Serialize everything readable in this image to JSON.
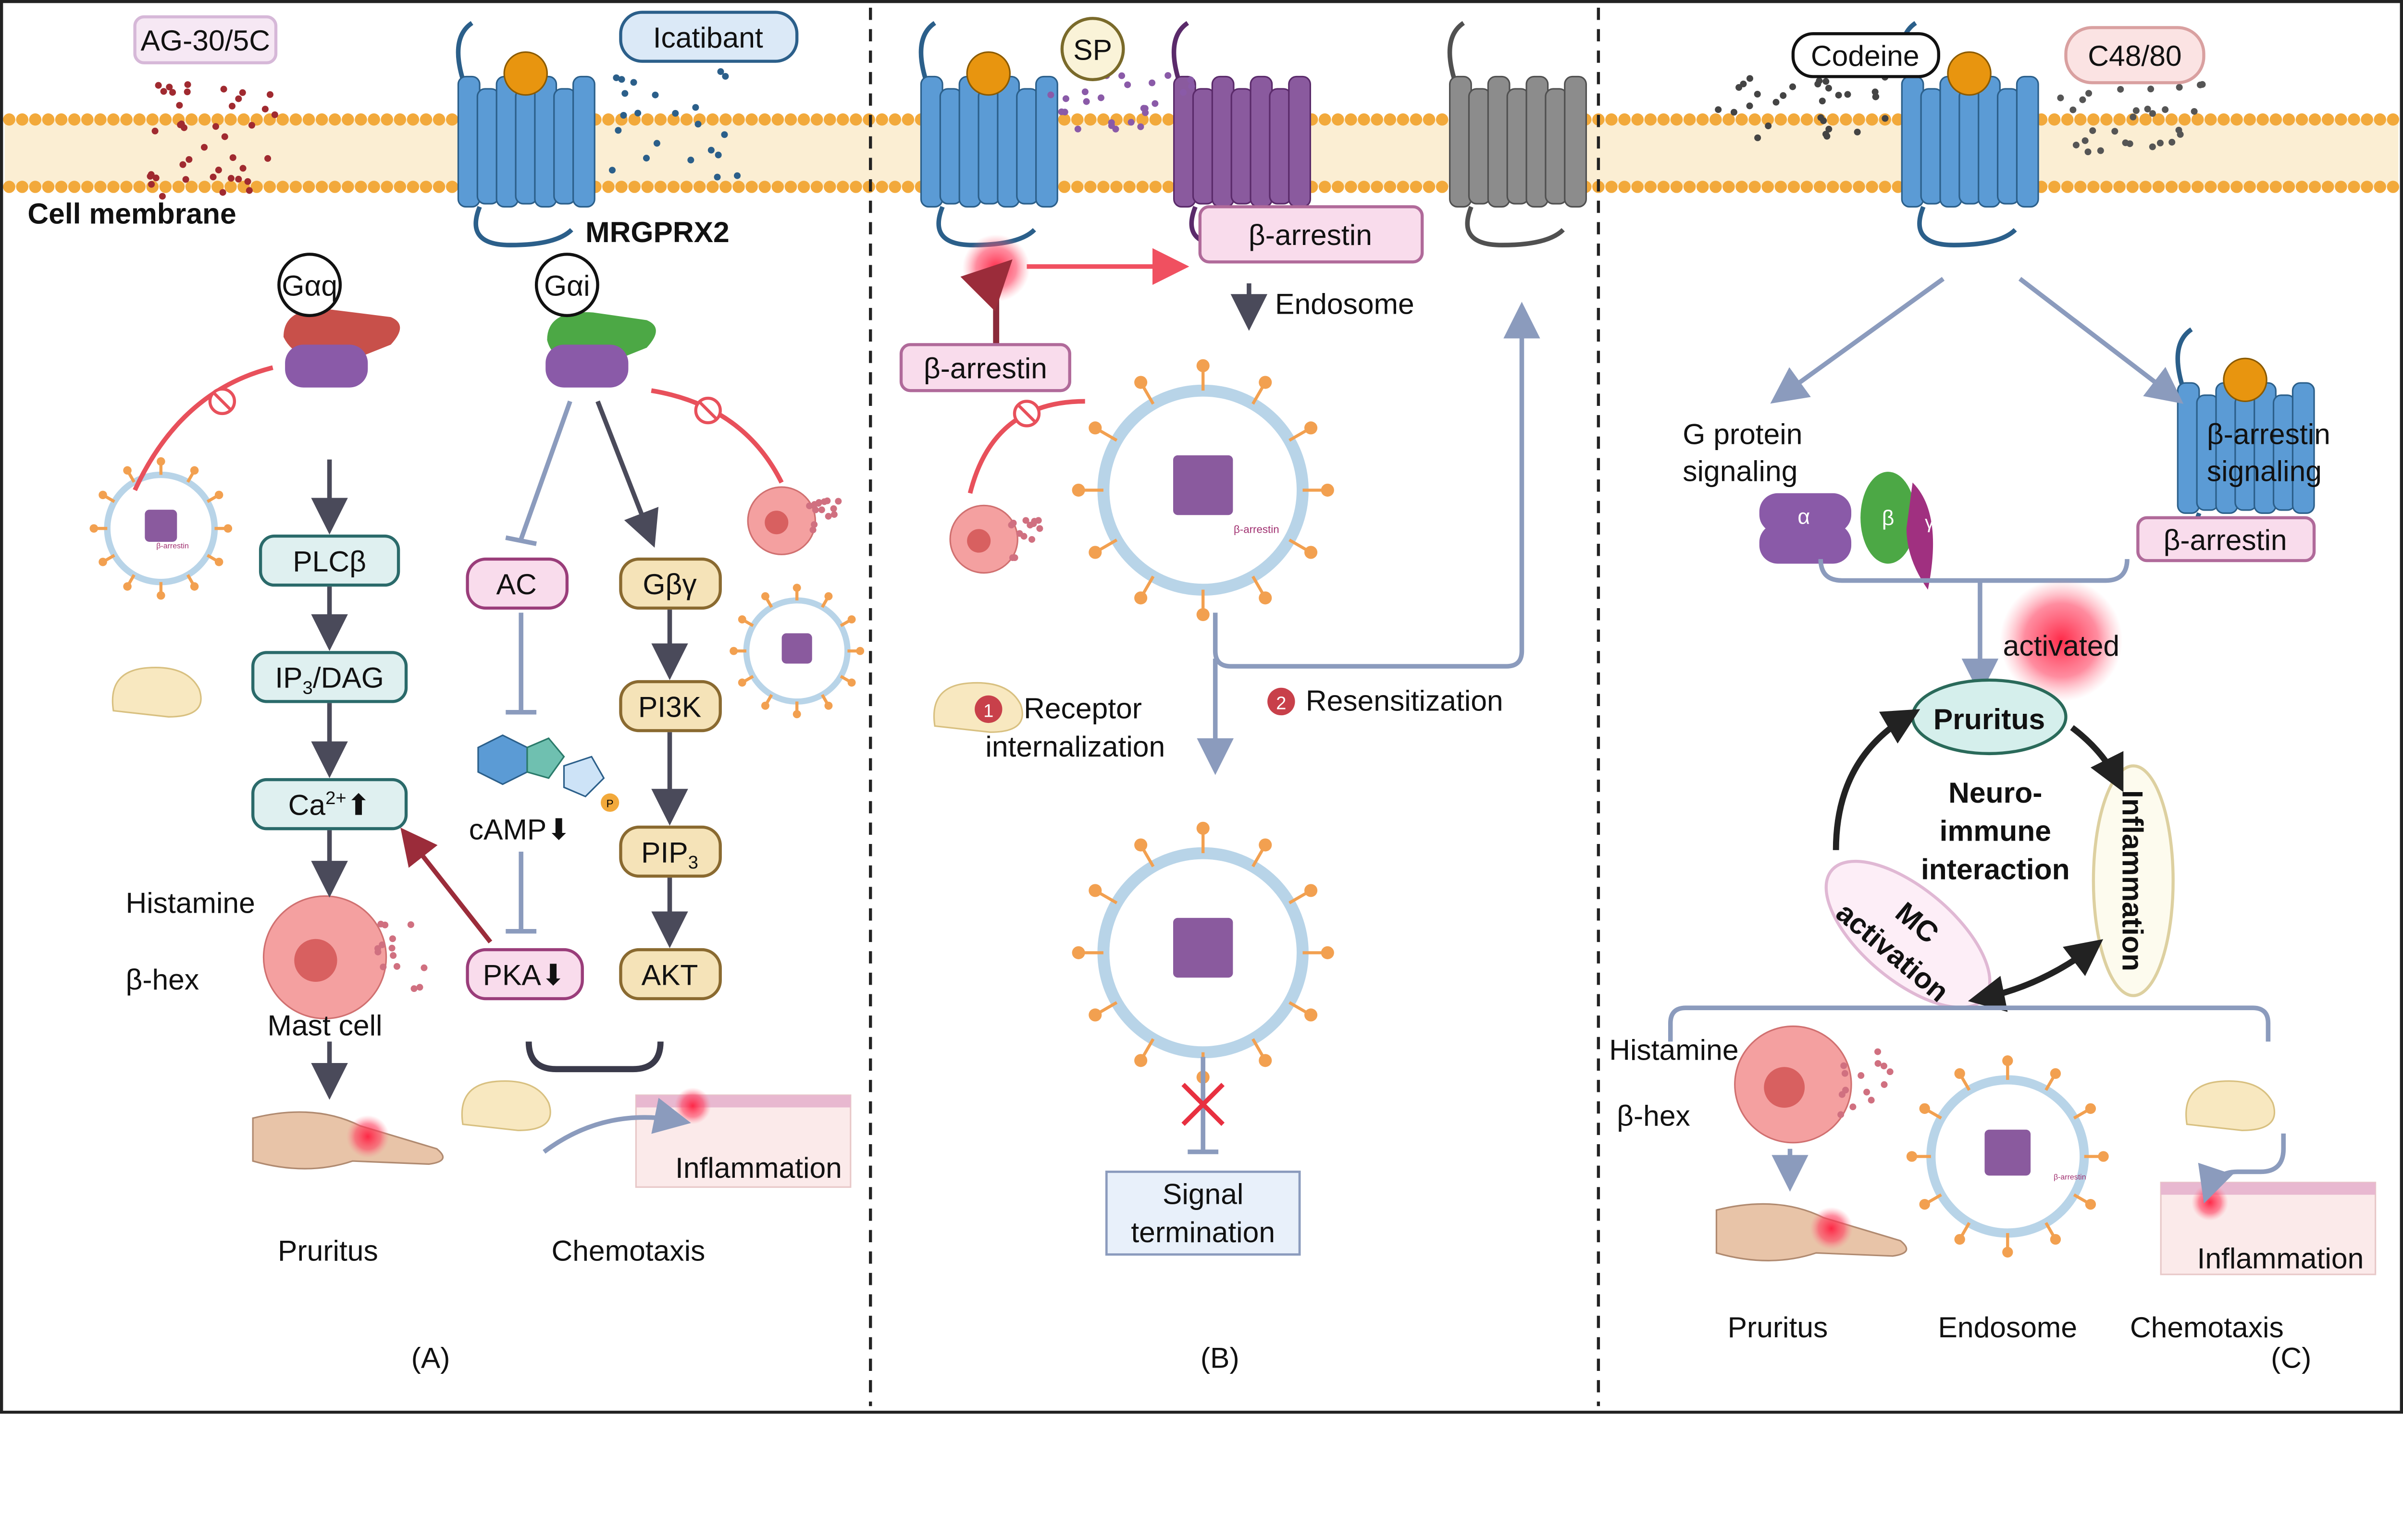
{
  "colors": {
    "receptor_blue": "#5b9bd5",
    "receptor_purple": "#8a5a9e",
    "receptor_gray": "#8c8c8c",
    "ligand_orange": "#e8950f",
    "membrane_head": "#f2a93b",
    "arrow_dark": "#4a4a5a",
    "arrow_blue": "#8b9bbd",
    "inhibit_red": "#e8505b",
    "pink_box": "#f9dcec",
    "teal_box": "#dff0f0",
    "tan_box": "#f5e3b8",
    "signal_box": "#e8f0fa"
  },
  "panel_a": {
    "label": "(A)",
    "ligand1": "AG-30/5C",
    "ligand2": "Icatibant",
    "membrane_label": "Cell membrane",
    "receptor_label": "MRGPRX2",
    "gaq": "Gαq",
    "gai": "Gαi",
    "plcb": "PLCβ",
    "ip3_main": "IP",
    "ip3_sub": "3",
    "ip3_rest": "/DAG",
    "ca": "Ca",
    "ca_sup": "2+",
    "ca_arrow": "⬆",
    "histamine": "Histamine",
    "bhex": "β-hex",
    "mast_cell": "Mast cell",
    "pruritus": "Pruritus",
    "ac": "AC",
    "camp": "cAMP",
    "camp_arrow": "⬇",
    "pka": "PKA",
    "pka_arrow": "⬇",
    "gbg": "Gβγ",
    "pi3k": "PI3K",
    "pip3_main": "PIP",
    "pip3_sub": "3",
    "akt": "AKT",
    "inflammation": "Inflammation",
    "chemotaxis": "Chemotaxis",
    "endosome_barrestin": "β-arrestin",
    "phosphate": "P"
  },
  "panel_b": {
    "label": "(B)",
    "ligand": "SP",
    "barrestin_top": "β-arrestin",
    "barrestin_left": "β-arrestin",
    "endosome": "Endosome",
    "endosome_barrestin": "β-arrestin",
    "step1_num": "1",
    "step1_line1": "Receptor",
    "step1_line2": "internalization",
    "step2_num": "2",
    "step2": "Resensitization",
    "termination_line1": "Signal",
    "termination_line2": "termination"
  },
  "panel_c": {
    "label": "(C)",
    "ligand1": "Codeine",
    "ligand2": "C48/80",
    "gprotein_line1": "G protein",
    "gprotein_line2": "signaling",
    "alpha": "α",
    "beta": "β",
    "gamma": "γ",
    "barrestin_line1": "β-arrestin",
    "barrestin_line2": "signaling",
    "barrestin_box": "β-arrestin",
    "activated": "activated",
    "cycle_pruritus": "Pruritus",
    "cycle_inflammation": "Inflammation",
    "cycle_mc_line1": "MC",
    "cycle_mc_line2": "activation",
    "center_line1": "Neuro-",
    "center_line2": "immune",
    "center_line3": "interaction",
    "histamine": "Histamine",
    "bhex": "β-hex",
    "out_pruritus": "Pruritus",
    "out_endosome": "Endosome",
    "out_chemotaxis": "Chemotaxis",
    "out_inflammation": "Inflammation",
    "endosome_barrestin": "β-arrestin"
  }
}
